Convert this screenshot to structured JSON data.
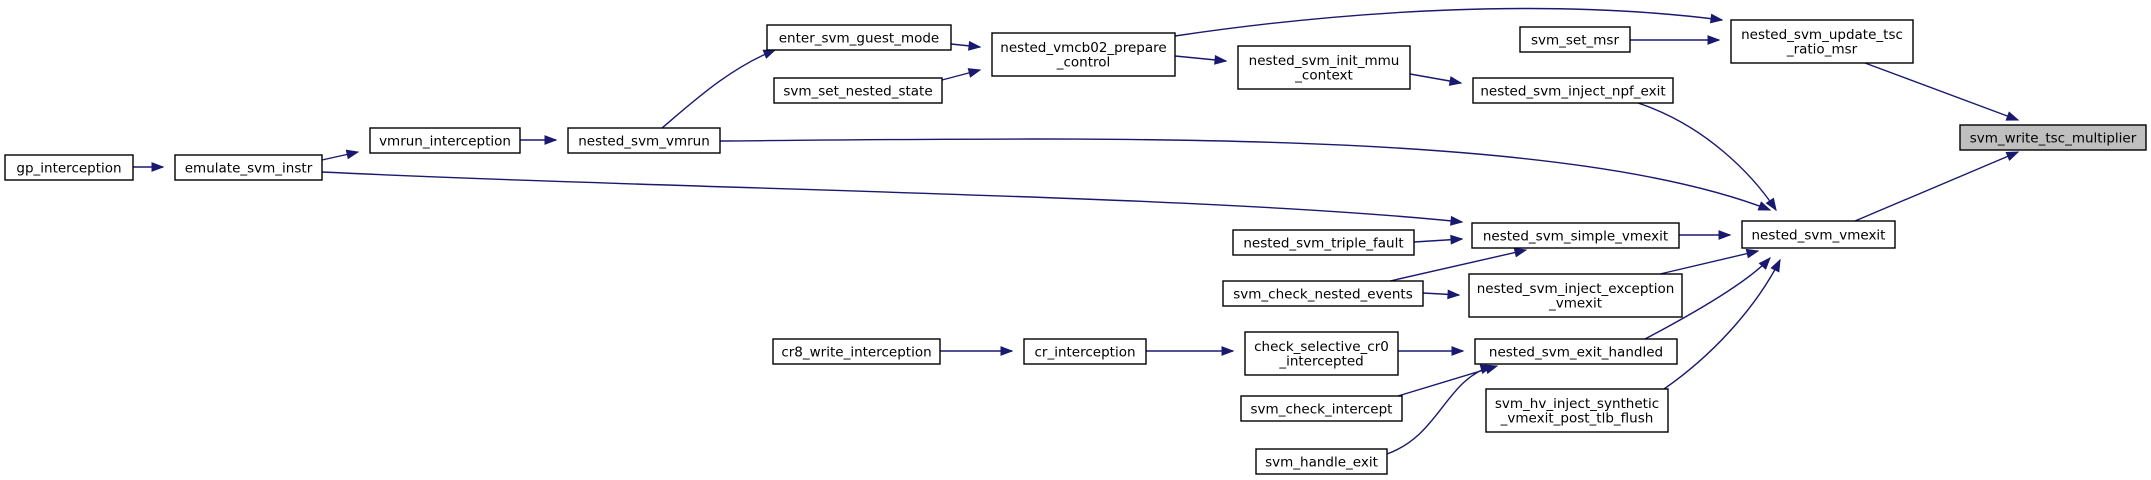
{
  "graph": {
    "nodes": [
      {
        "id": "gp_interception",
        "lines": [
          "gp_interception"
        ]
      },
      {
        "id": "emulate_svm_instr",
        "lines": [
          "emulate_svm_instr"
        ]
      },
      {
        "id": "vmrun_interception",
        "lines": [
          "vmrun_interception"
        ]
      },
      {
        "id": "nested_svm_vmrun",
        "lines": [
          "nested_svm_vmrun"
        ]
      },
      {
        "id": "enter_svm_guest_mode",
        "lines": [
          "enter_svm_guest_mode"
        ]
      },
      {
        "id": "svm_set_nested_state",
        "lines": [
          "svm_set_nested_state"
        ]
      },
      {
        "id": "nested_vmcb02_prepare_control",
        "lines": [
          "nested_vmcb02_prepare",
          "_control"
        ]
      },
      {
        "id": "nested_svm_init_mmu_context",
        "lines": [
          "nested_svm_init_mmu",
          "_context"
        ]
      },
      {
        "id": "svm_set_msr",
        "lines": [
          "svm_set_msr"
        ]
      },
      {
        "id": "nested_svm_update_tsc_ratio_msr",
        "lines": [
          "nested_svm_update_tsc",
          "_ratio_msr"
        ]
      },
      {
        "id": "nested_svm_inject_npf_exit",
        "lines": [
          "nested_svm_inject_npf_exit"
        ]
      },
      {
        "id": "svm_write_tsc_multiplier",
        "lines": [
          "svm_write_tsc_multiplier"
        ],
        "root": true
      },
      {
        "id": "nested_svm_simple_vmexit",
        "lines": [
          "nested_svm_simple_vmexit"
        ]
      },
      {
        "id": "nested_svm_triple_fault",
        "lines": [
          "nested_svm_triple_fault"
        ]
      },
      {
        "id": "svm_check_nested_events",
        "lines": [
          "svm_check_nested_events"
        ]
      },
      {
        "id": "nested_svm_inject_exception_vmexit",
        "lines": [
          "nested_svm_inject_exception",
          "_vmexit"
        ]
      },
      {
        "id": "nested_svm_vmexit",
        "lines": [
          "nested_svm_vmexit"
        ]
      },
      {
        "id": "cr8_write_interception",
        "lines": [
          "cr8_write_interception"
        ]
      },
      {
        "id": "cr_interception",
        "lines": [
          "cr_interception"
        ]
      },
      {
        "id": "check_selective_cr0_intercepted",
        "lines": [
          "check_selective_cr0",
          "_intercepted"
        ]
      },
      {
        "id": "nested_svm_exit_handled",
        "lines": [
          "nested_svm_exit_handled"
        ]
      },
      {
        "id": "svm_check_intercept",
        "lines": [
          "svm_check_intercept"
        ]
      },
      {
        "id": "svm_handle_exit",
        "lines": [
          "svm_handle_exit"
        ]
      },
      {
        "id": "svm_hv_inject_synthetic_vmexit_post_tlb_flush",
        "lines": [
          "svm_hv_inject_synthetic",
          "_vmexit_post_tlb_flush"
        ]
      }
    ],
    "edges": [
      {
        "from": "gp_interception",
        "to": "emulate_svm_instr"
      },
      {
        "from": "emulate_svm_instr",
        "to": "vmrun_interception"
      },
      {
        "from": "vmrun_interception",
        "to": "nested_svm_vmrun"
      },
      {
        "from": "nested_svm_vmrun",
        "to": "enter_svm_guest_mode"
      },
      {
        "from": "enter_svm_guest_mode",
        "to": "nested_vmcb02_prepare_control"
      },
      {
        "from": "svm_set_nested_state",
        "to": "nested_vmcb02_prepare_control"
      },
      {
        "from": "nested_vmcb02_prepare_control",
        "to": "nested_svm_init_mmu_context"
      },
      {
        "from": "nested_vmcb02_prepare_control",
        "to": "nested_svm_update_tsc_ratio_msr"
      },
      {
        "from": "svm_set_msr",
        "to": "nested_svm_update_tsc_ratio_msr"
      },
      {
        "from": "nested_svm_init_mmu_context",
        "to": "nested_svm_inject_npf_exit"
      },
      {
        "from": "nested_svm_update_tsc_ratio_msr",
        "to": "svm_write_tsc_multiplier"
      },
      {
        "from": "nested_svm_inject_npf_exit",
        "to": "nested_svm_vmexit"
      },
      {
        "from": "nested_svm_vmrun",
        "to": "nested_svm_vmexit"
      },
      {
        "from": "emulate_svm_instr",
        "to": "nested_svm_simple_vmexit"
      },
      {
        "from": "nested_svm_triple_fault",
        "to": "nested_svm_simple_vmexit"
      },
      {
        "from": "svm_check_nested_events",
        "to": "nested_svm_simple_vmexit"
      },
      {
        "from": "svm_check_nested_events",
        "to": "nested_svm_inject_exception_vmexit"
      },
      {
        "from": "nested_svm_simple_vmexit",
        "to": "nested_svm_vmexit"
      },
      {
        "from": "nested_svm_inject_exception_vmexit",
        "to": "nested_svm_vmexit"
      },
      {
        "from": "nested_svm_exit_handled",
        "to": "nested_svm_vmexit"
      },
      {
        "from": "svm_hv_inject_synthetic_vmexit_post_tlb_flush",
        "to": "nested_svm_vmexit"
      },
      {
        "from": "nested_svm_vmexit",
        "to": "svm_write_tsc_multiplier"
      },
      {
        "from": "cr8_write_interception",
        "to": "cr_interception"
      },
      {
        "from": "cr_interception",
        "to": "check_selective_cr0_intercepted"
      },
      {
        "from": "check_selective_cr0_intercepted",
        "to": "nested_svm_exit_handled"
      },
      {
        "from": "svm_check_intercept",
        "to": "nested_svm_exit_handled"
      },
      {
        "from": "svm_handle_exit",
        "to": "nested_svm_exit_handled"
      }
    ]
  },
  "colors": {
    "edge": "#191970",
    "node_border": "#000000",
    "node_fill": "#ffffff",
    "root_fill": "#bfbfbf"
  }
}
